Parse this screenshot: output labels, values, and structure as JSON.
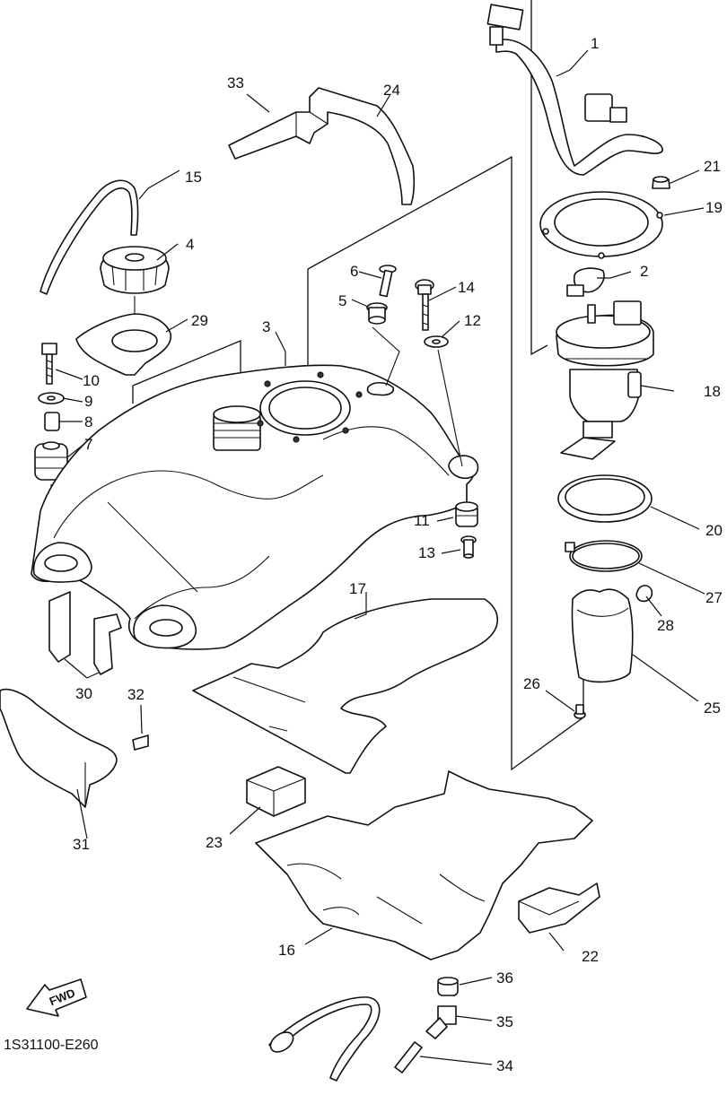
{
  "diagram": {
    "ref_code": "1S31100-E260",
    "fwd_label": "FWD",
    "callouts": {
      "c1": "1",
      "c2": "2",
      "c3": "3",
      "c4": "4",
      "c5": "5",
      "c6": "6",
      "c7": "7",
      "c8": "8",
      "c9": "9",
      "c10": "10",
      "c11": "11",
      "c12": "12",
      "c13": "13",
      "c14": "14",
      "c15": "15",
      "c16": "16",
      "c17": "17",
      "c18": "18",
      "c19": "19",
      "c20": "20",
      "c21": "21",
      "c22": "22",
      "c23": "23",
      "c24": "24",
      "c25": "25",
      "c26": "26",
      "c27": "27",
      "c28": "28",
      "c29": "29",
      "c30": "30",
      "c31": "31",
      "c32": "32",
      "c33": "33",
      "c34": "34",
      "c35": "35",
      "c36": "36"
    }
  }
}
